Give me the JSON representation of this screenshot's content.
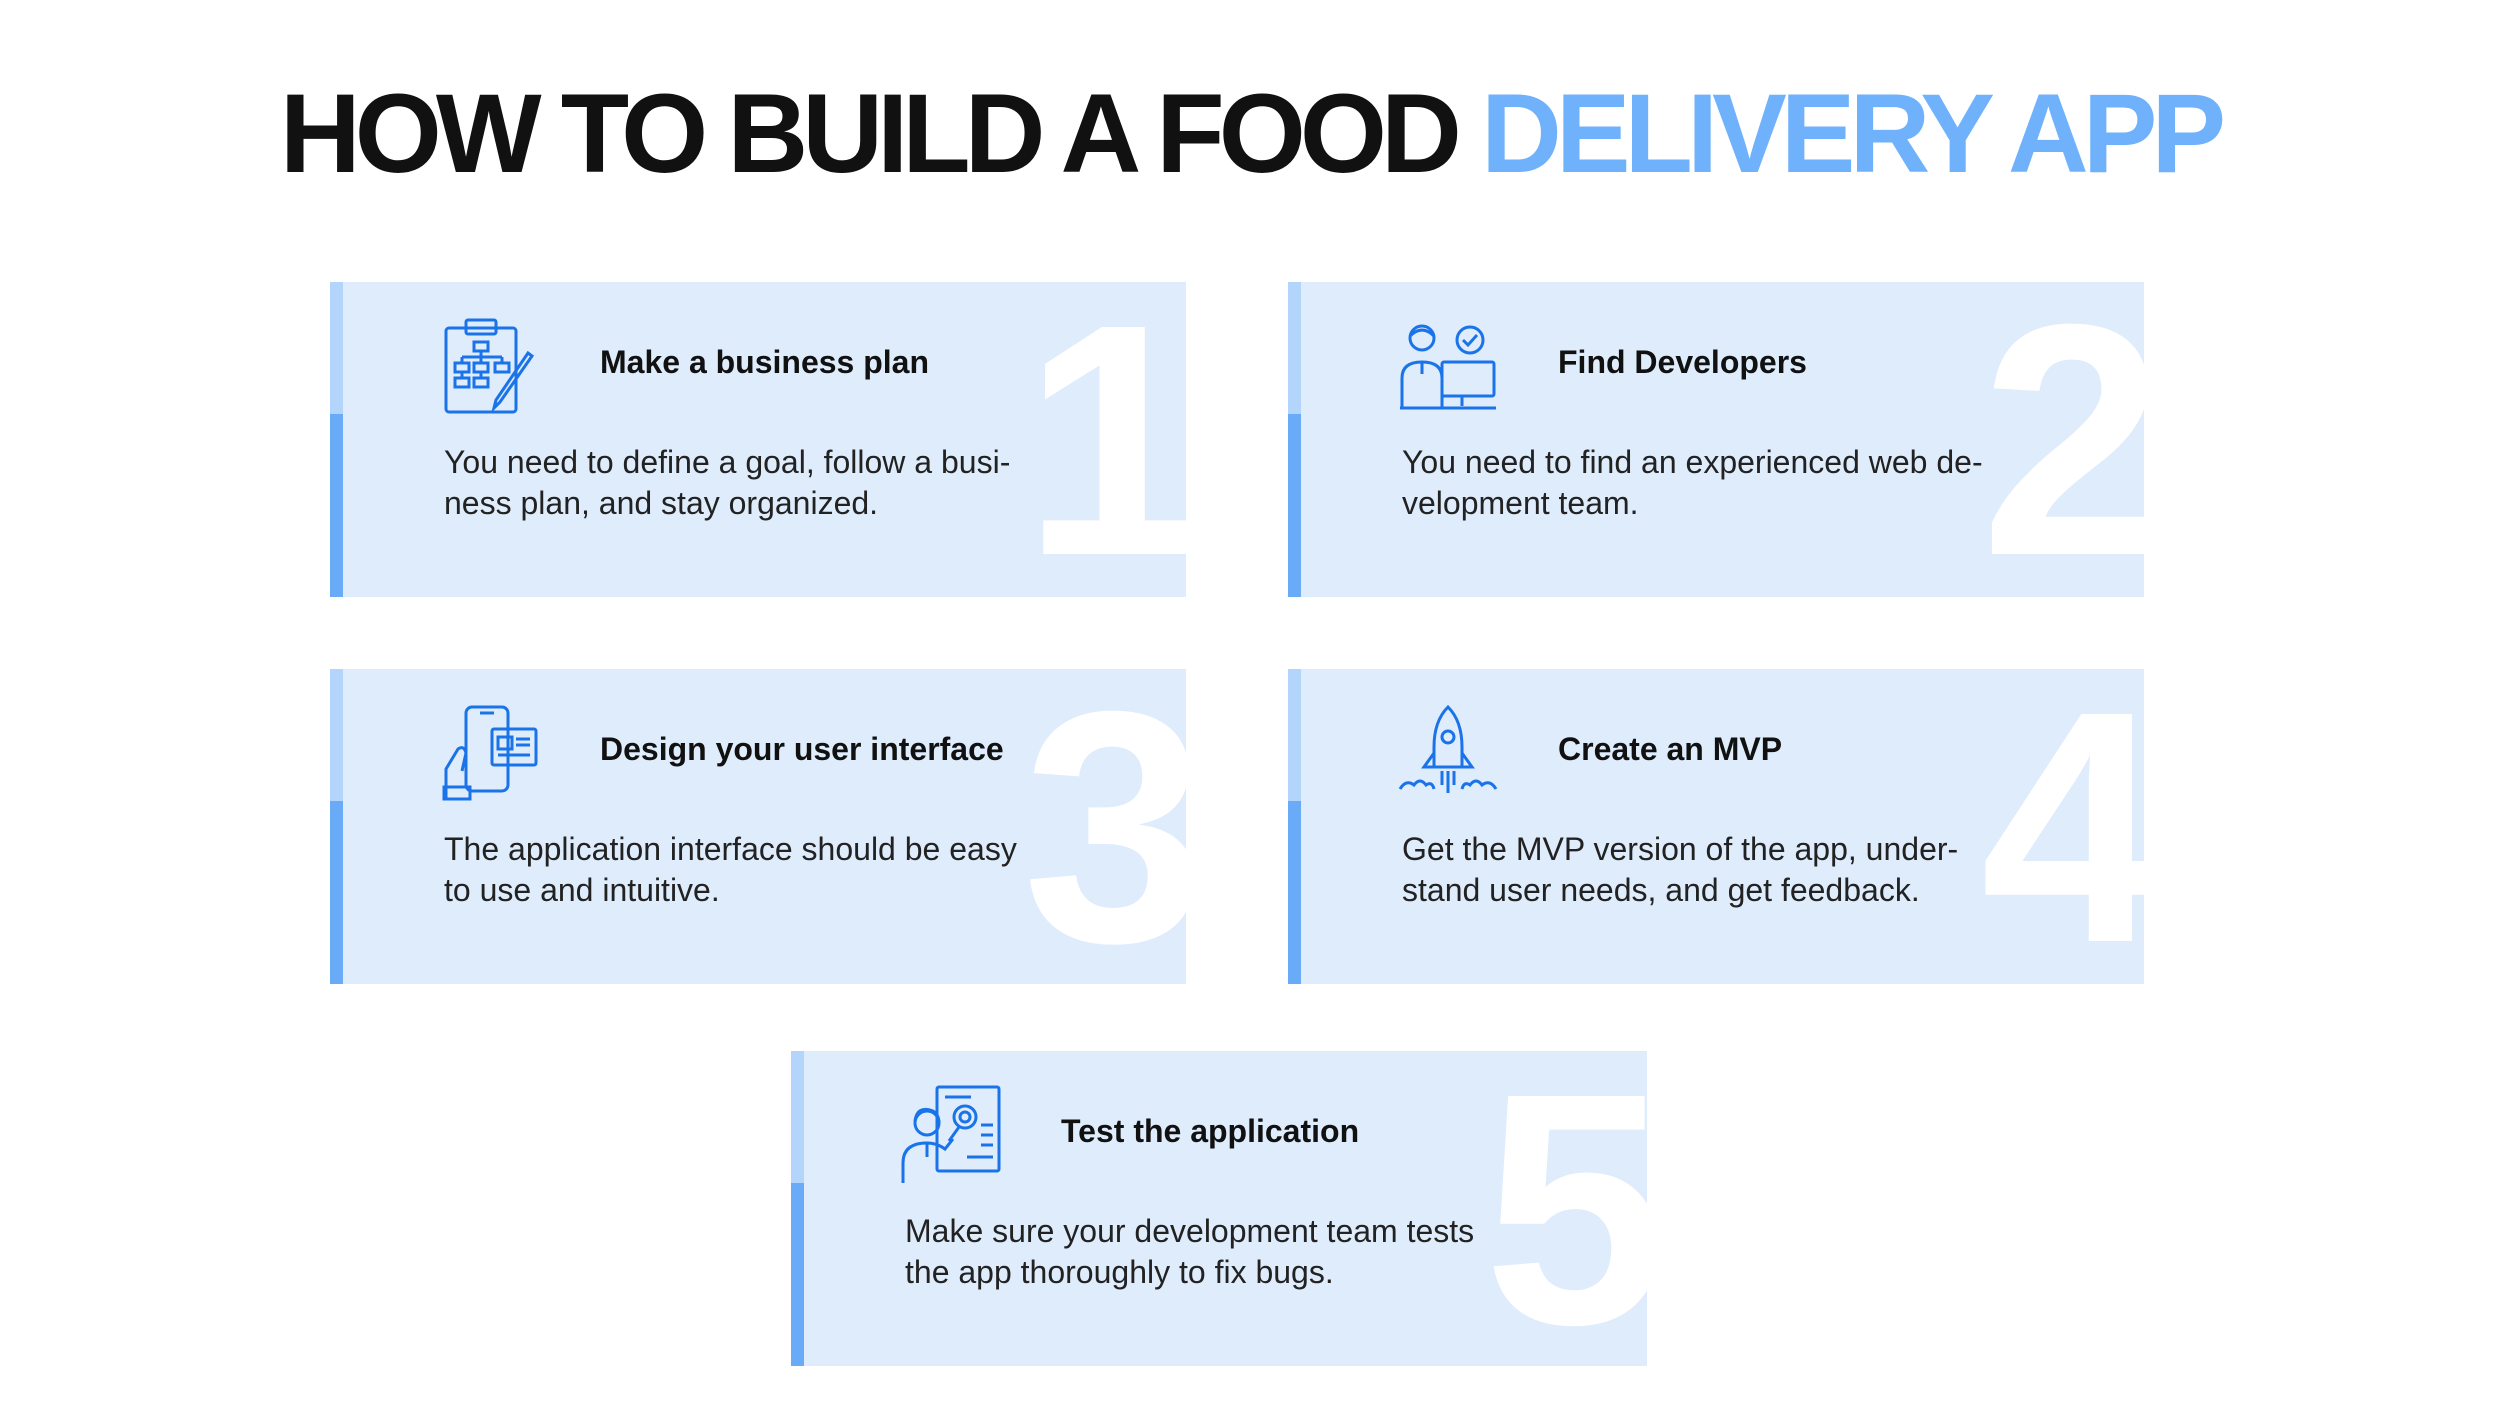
{
  "title": {
    "main": "HOW TO BUILD A FOOD",
    "accent": "DELIVERY APP"
  },
  "colors": {
    "accent": "#6fb2fb",
    "card_bg": "#deecfc",
    "bar": "#6aabf8",
    "bar_top": "#b4d5fb",
    "icon": "#1a73e8"
  },
  "steps": [
    {
      "number": "1",
      "icon": "business-plan-icon",
      "heading": "Make a business plan",
      "lines": [
        "You need to define a goal, follow a busi-",
        "ness plan, and stay organized."
      ]
    },
    {
      "number": "2",
      "icon": "developer-icon",
      "heading": "Find Developers",
      "lines": [
        "You need to find an experienced web de-",
        "velopment team."
      ]
    },
    {
      "number": "3",
      "icon": "ui-design-icon",
      "heading": "Design your user interface",
      "lines": [
        "The application interface should be easy",
        "to use and intuitive."
      ]
    },
    {
      "number": "4",
      "icon": "rocket-icon",
      "heading": "Create an MVP",
      "lines": [
        "Get the MVP version of the app, under-",
        "stand user needs, and get feedback."
      ]
    },
    {
      "number": "5",
      "icon": "testing-icon",
      "heading": "Test the application",
      "lines": [
        "Make sure your development team tests",
        "the app thoroughly to fix bugs."
      ]
    }
  ]
}
